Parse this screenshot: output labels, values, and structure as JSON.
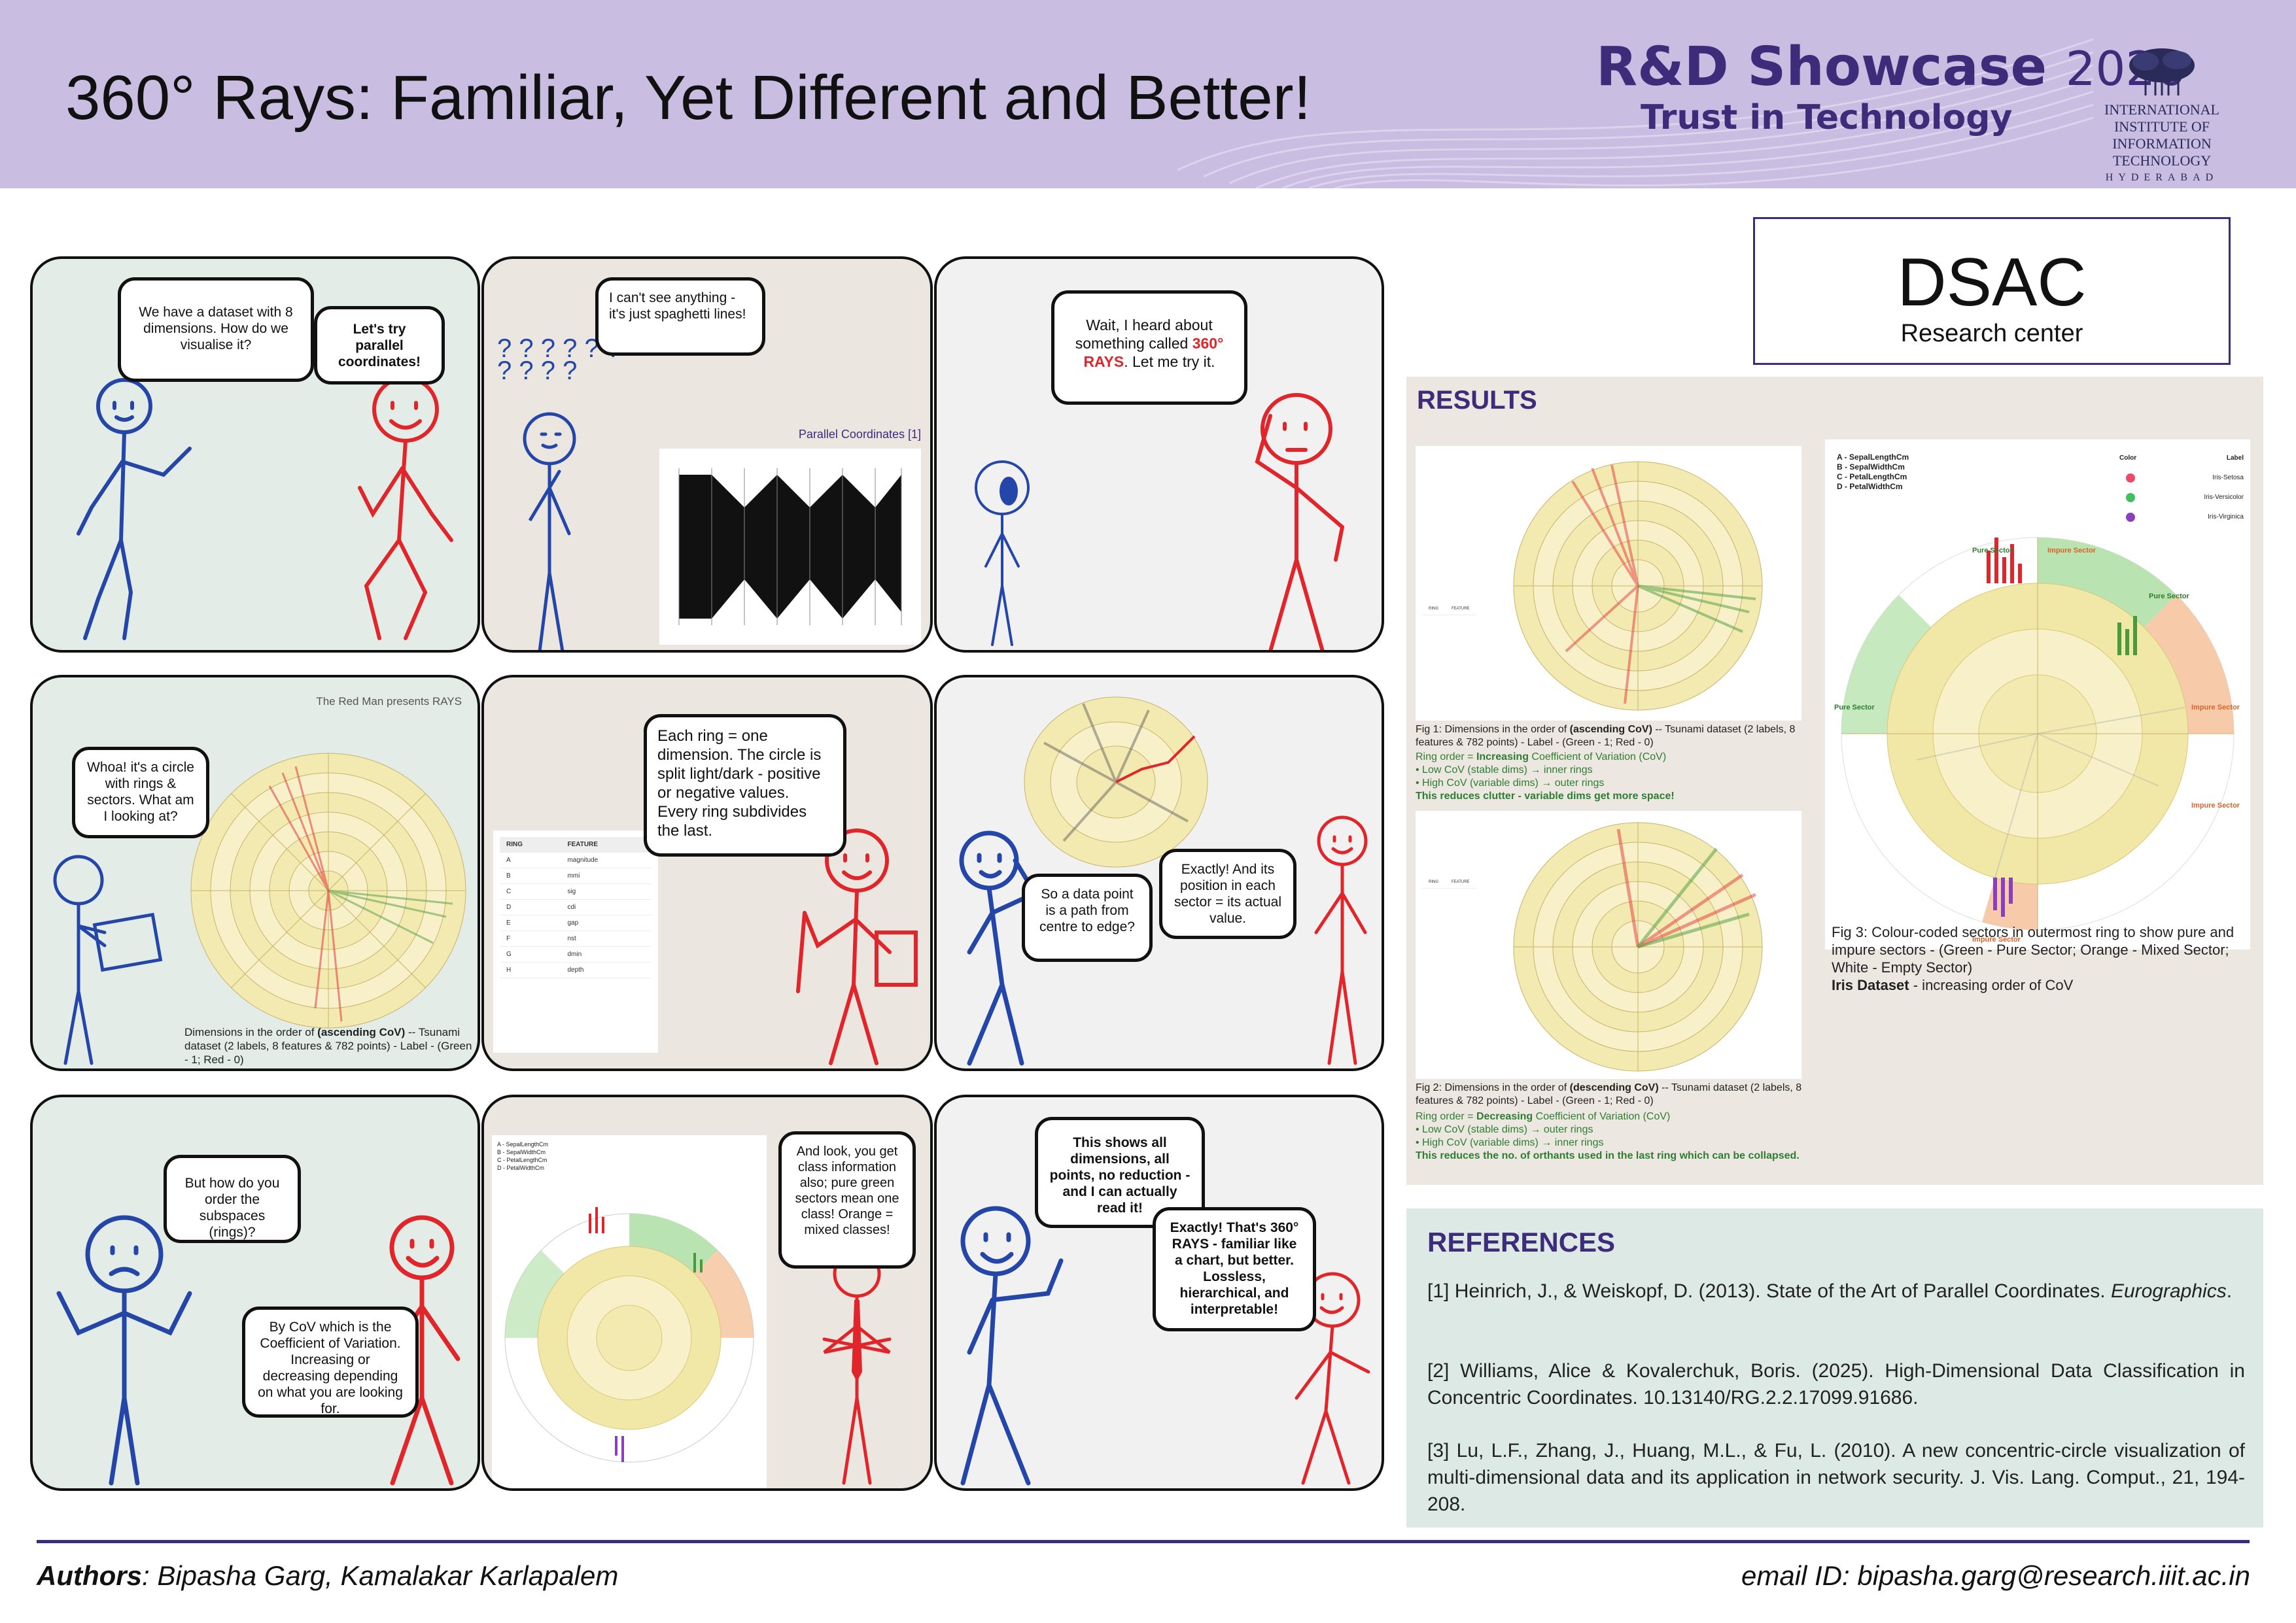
{
  "header": {
    "title": "360° Rays: Familiar, Yet Different and Better!",
    "showcase_main": "R&D Showcase",
    "showcase_year": "2026",
    "tagline": "Trust in Technology",
    "institute_line1": "INTERNATIONAL INSTITUTE OF",
    "institute_line2": "INFORMATION TECHNOLOGY",
    "institute_line3": "HYDERABAD"
  },
  "panels": {
    "p1": {
      "bubble_left": "We have a dataset with 8 dimensions. How do we visualise it?",
      "bubble_right": "Let's try parallel coordinates!"
    },
    "p2": {
      "bubble": "I can't see anything - it's just spaghetti lines!",
      "question_marks": "? ? ? ? ? ? ? ? ? ?",
      "chart_caption": "Parallel Coordinates [1]"
    },
    "p3": {
      "bubble_a": "Wait, I heard about something called ",
      "bubble_b": "360° RAYS",
      "bubble_c": ". Let me try it."
    },
    "p4": {
      "header": "The Red Man presents RAYS",
      "bubble": "Whoa! it's a circle with rings & sectors. What am I looking at?",
      "caption_a": "Dimensions in the order of ",
      "caption_b": "(ascending CoV)",
      "caption_c": " -- Tsunami dataset (2 labels, 8 features & 782 points) - Label - (Green - 1; Red - 0)"
    },
    "p5": {
      "bubble": "Each ring = one dimension. The circle is split light/dark - positive or negative values. Every ring subdivides the last.",
      "table_header": [
        "RING",
        "FEATURE"
      ],
      "table_rows": [
        [
          "A",
          "magnitude"
        ],
        [
          "B",
          "mmi"
        ],
        [
          "C",
          "sig"
        ],
        [
          "D",
          "cdi"
        ],
        [
          "E",
          "gap"
        ],
        [
          "F",
          "nst"
        ],
        [
          "G",
          "dmin"
        ],
        [
          "H",
          "depth"
        ]
      ]
    },
    "p6": {
      "bubble_left": "So a data point is a path from centre to edge?",
      "bubble_right": "Exactly! And its position in each sector = its actual value."
    },
    "p7": {
      "bubble_top": "But how do you order the subspaces (rings)?",
      "bubble_bottom": "By CoV which is the Coefficient of Variation. Increasing or decreasing depending on what you are looking for."
    },
    "p8": {
      "bubble": "And look, you get class information also; pure green sectors mean one class! Orange = mixed classes!"
    },
    "p9": {
      "bubble_top": "This shows all dimensions, all points, no reduction - and I can actually read it!",
      "bubble_bottom": "Exactly! That's 360° RAYS - familiar like a chart, but better. Lossless, hierarchical, and interpretable!"
    }
  },
  "dsac": {
    "title": "DSAC",
    "subtitle": "Research center"
  },
  "results": {
    "heading": "RESULTS",
    "fig1_caption_a": "Fig 1: Dimensions in the order of ",
    "fig1_caption_b": "(ascending CoV)",
    "fig1_caption_c": " -- Tsunami dataset (2 labels, 8 features & 782 points) - Label - (Green - 1; Red - 0)",
    "fig1_note_a": "Ring order = ",
    "fig1_note_b": "Increasing",
    "fig1_note_c": " Coefficient of Variation (CoV)",
    "fig1_note_l1": "• Low CoV (stable dims) → inner rings",
    "fig1_note_l2": "• High CoV (variable dims) → outer rings",
    "fig1_note_l3": "This reduces clutter - variable dims get more space!",
    "fig2_caption_a": "Fig 2: Dimensions in the order of ",
    "fig2_caption_b": "(descending CoV)",
    "fig2_caption_c": " -- Tsunami dataset (2 labels, 8 features & 782 points) - Label - (Green - 1; Red - 0)",
    "fig2_note_a": "Ring order = ",
    "fig2_note_b": "Decreasing",
    "fig2_note_c": " Coefficient of Variation (CoV)",
    "fig2_note_l1": "• Low CoV (stable dims) → outer rings",
    "fig2_note_l2": "• High CoV (variable dims) → inner rings",
    "fig2_note_l3": "This reduces the no. of orthants used in the last ring which can be collapsed.",
    "fig3_legend_keys": [
      "A - SepalLengthCm",
      "B - SepalWidthCm",
      "C - PetalLengthCm",
      "D - PetalWidthCm"
    ],
    "fig3_legend_header": [
      "Color",
      "Label"
    ],
    "fig3_legend_labels": [
      "Iris-Setosa",
      "Iris-Versicolor",
      "Iris-Virginica"
    ],
    "fig3_sector_labels": [
      "Pure Sector",
      "Impure Sector",
      "Pure Sector",
      "Impure Sector",
      "Pure Sector",
      "Impure Sector",
      "Impure Sector"
    ],
    "fig3_caption_a": "Fig 3: Colour-coded sectors in outermost ring to show pure and impure sectors - (Green - Pure Sector; Orange - Mixed Sector; White - Empty Sector)",
    "fig3_caption_b": "Iris Dataset",
    "fig3_caption_c": " - increasing order of CoV"
  },
  "references": {
    "heading": "REFERENCES",
    "r1_a": "[1] Heinrich, J., & Weiskopf, D. (2013). State of the Art of Parallel Coordinates. ",
    "r1_b": "Eurographics",
    "r1_c": ".",
    "r2": "[2] Williams, Alice & Kovalerchuk, Boris. (2025). High-Dimensional Data Classification in Concentric Coordinates. 10.13140/RG.2.2.17099.91686.",
    "r3": "[3]  Lu, L.F., Zhang, J., Huang, M.L., & Fu, L. (2010). A new concentric-circle visualization of multi-dimensional data and its application in network security. J. Vis. Lang. Comput., 21, 194-208."
  },
  "footer": {
    "authors_label": "Authors",
    "authors": ": Bipasha Garg, Kamalakar Karlapalem",
    "email": "email ID: bipasha.garg@research.iiit.ac.in"
  },
  "colors": {
    "accent": "#3d2c7a",
    "header_bg": "#c9bde2",
    "red_man": "#e0262b",
    "blue_man": "#2446a8",
    "ring_fill": "#f3eab2",
    "pure_sector": "#b9e3b0",
    "impure_sector": "#f4b98c"
  }
}
